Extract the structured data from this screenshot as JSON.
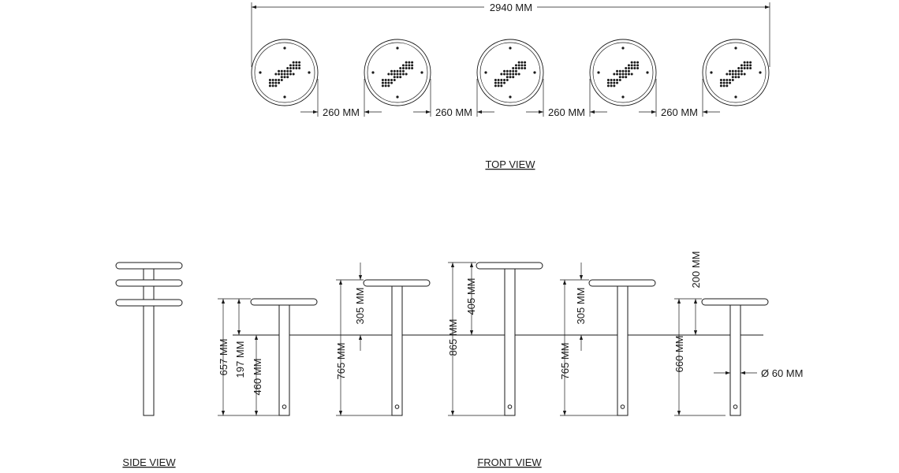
{
  "views": {
    "top": "TOP VIEW",
    "side": "SIDE VIEW",
    "front": "FRONT VIEW"
  },
  "dimensions": {
    "overall_width": "2940 MM",
    "spacing": [
      "260 MM",
      "260 MM",
      "260 MM",
      "260 MM"
    ],
    "side_total": "657 MM",
    "side_top_offset": "197 MM",
    "side_base": "460 MM",
    "step2_total": "765 MM",
    "step2_top": "305 MM",
    "step3_total": "865 MM",
    "step3_top": "405 MM",
    "step4_total": "765 MM",
    "step4_top": "305 MM",
    "step5_total": "660 MM",
    "step5_top": "200 MM",
    "post_diameter": "Ø 60 MM"
  },
  "icons": {
    "seat_pattern": "bone-icon"
  },
  "colors": {
    "line": "#1a1a1a",
    "background": "#ffffff"
  }
}
